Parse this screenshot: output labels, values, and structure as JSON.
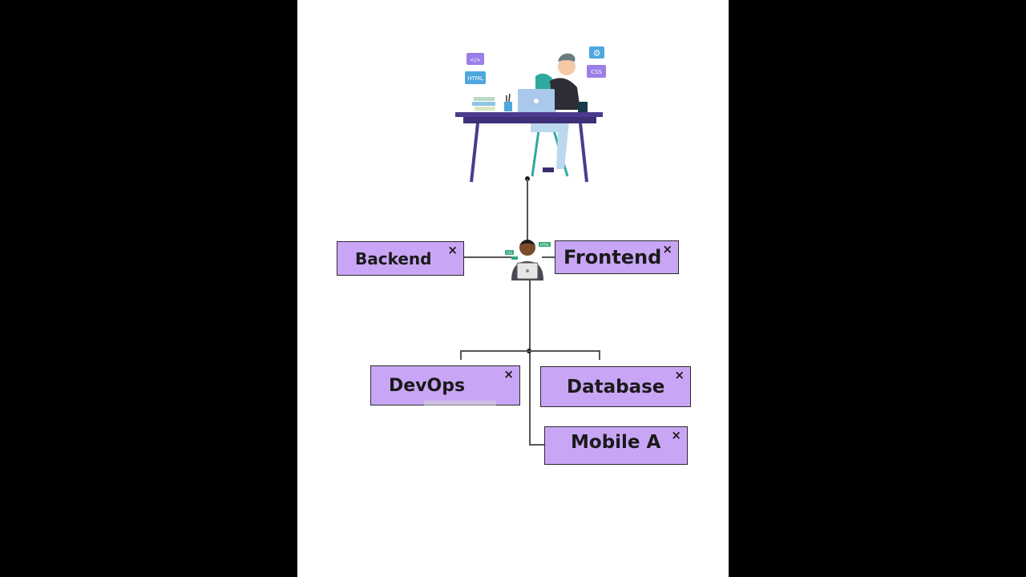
{
  "illustration": {
    "badges": [
      "</>",
      "HTML",
      "CSS"
    ],
    "colors": {
      "purple": "#9b7ee8",
      "blue": "#4ea7de",
      "desk": "#4b3a8e"
    }
  },
  "avatar": {
    "badges": [
      "CSS",
      "HTML"
    ]
  },
  "nodes": {
    "backend": {
      "label": "Backend",
      "close": "×"
    },
    "frontend": {
      "label": "Frontend",
      "close": "×"
    },
    "devops": {
      "label": "DevOps",
      "close": "×"
    },
    "database": {
      "label": "Database",
      "close": "×"
    },
    "mobile": {
      "label": "Mobile A",
      "close": "×"
    }
  },
  "colors": {
    "node_fill": "#c9a6f5",
    "node_border": "#2b2b2b",
    "connector": "#555555"
  }
}
